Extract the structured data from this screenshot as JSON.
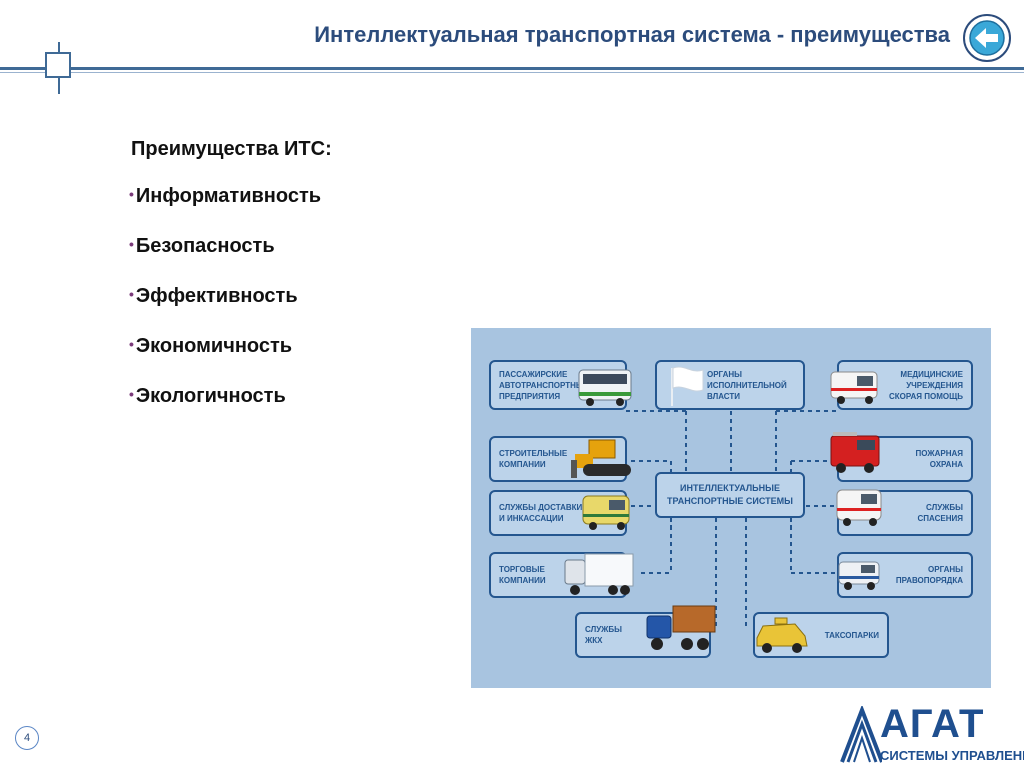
{
  "header": {
    "title": "Интеллектуальная транспортная система - преимущества"
  },
  "content": {
    "heading": "Преимущества  ИТС:",
    "bullets": [
      "Информативность",
      "Безопасность",
      "Эффективность",
      "Экономичность",
      "Экологичность"
    ]
  },
  "diagram": {
    "center": [
      "ИНТЕЛЛЕКТУАЛЬНЫЕ",
      "ТРАНСПОРТНЫЕ СИСТЕМЫ"
    ],
    "nodes": {
      "passenger": [
        "ПАССАЖИРСКИЕ",
        "АВТОТРАНСПОРТНЫЕ",
        "ПРЕДПРИЯТИЯ"
      ],
      "authorities": [
        "ОРГАНЫ",
        "ИСПОЛНИТЕЛЬНОЙ",
        "ВЛАСТИ"
      ],
      "medical": [
        "МЕДИЦИНСКИЕ",
        "УЧРЕЖДЕНИЯ",
        "СКОРАЯ ПОМОЩЬ"
      ],
      "construction": [
        "СТРОИТЕЛЬНЫЕ",
        "КОМПАНИИ"
      ],
      "fire": [
        "ПОЖАРНАЯ",
        "ОХРАНА"
      ],
      "delivery": [
        "СЛУЖБЫ ДОСТАВКИ",
        "И ИНКАССАЦИИ"
      ],
      "rescue": [
        "СЛУЖБЫ",
        "СПАСЕНИЯ"
      ],
      "trade": [
        "ТОРГОВЫЕ",
        "КОМПАНИИ"
      ],
      "police": [
        "ОРГАНЫ",
        "ПРАВОПОРЯДКА"
      ],
      "utilities": [
        "СЛУЖБЫ",
        "ЖКХ"
      ],
      "taxi": [
        "ТАКСОПАРКИ"
      ]
    }
  },
  "footer": {
    "page_number": "4",
    "logo_word": "АГАТ",
    "logo_sub": "СИСТЕМЫ УПРАВЛЕНИЯ"
  },
  "colors": {
    "title": "#2c4c7c",
    "header_line": "#3f6a96",
    "diagram_bg": "#a8c4e0",
    "diagram_box_border": "#24568f",
    "bullet": "#7a3a7a",
    "logo": "#1f4f8f"
  },
  "icons": [
    "back-arrow-icon",
    "header-mark-icon",
    "bus-icon",
    "flag-icon",
    "ambulance-icon",
    "bulldozer-icon",
    "fire-truck-icon",
    "van-icon",
    "rescue-van-icon",
    "truck-icon",
    "police-van-icon",
    "dump-truck-icon",
    "taxi-icon",
    "agat-logo-icon"
  ]
}
